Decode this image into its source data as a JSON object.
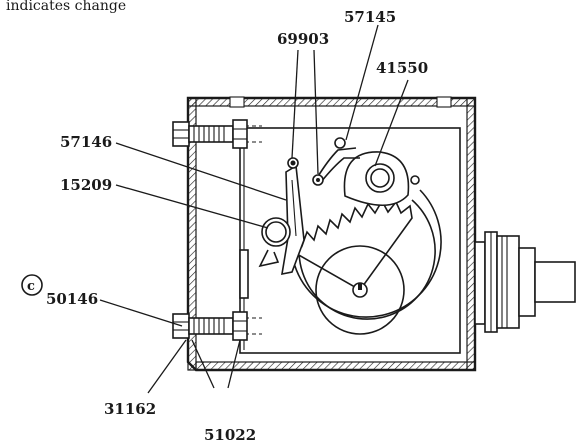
{
  "caption": "indicates change",
  "change_marker": "c",
  "parts": {
    "p57145": "57145",
    "p69903": "69903",
    "p41550": "41550",
    "p57146": "57146",
    "p15209": "15209",
    "p50146": "50146",
    "p31162": "31162",
    "p51022": "51022"
  }
}
